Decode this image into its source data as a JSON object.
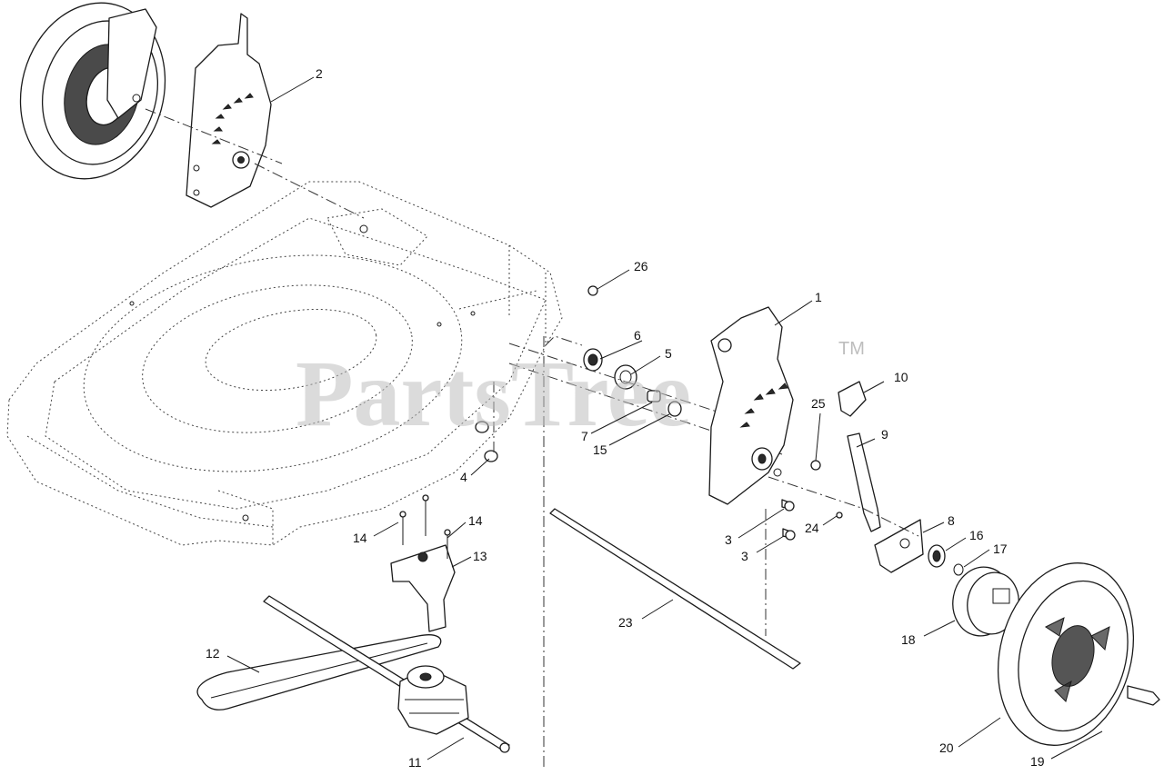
{
  "watermark": {
    "text": "PartsTree",
    "trademark": "TM"
  },
  "callouts": {
    "c1": "1",
    "c2": "2",
    "c3a": "3",
    "c3b": "3",
    "c4": "4",
    "c5": "5",
    "c6": "6",
    "c7": "7",
    "c8": "8",
    "c9": "9",
    "c10": "10",
    "c11": "11",
    "c12": "12",
    "c13": "13",
    "c14a": "14",
    "c14b": "14",
    "c15": "15",
    "c16": "16",
    "c17": "17",
    "c18": "18",
    "c19": "19",
    "c20": "20",
    "c23": "23",
    "c24": "24",
    "c25": "25",
    "c26": "26"
  }
}
